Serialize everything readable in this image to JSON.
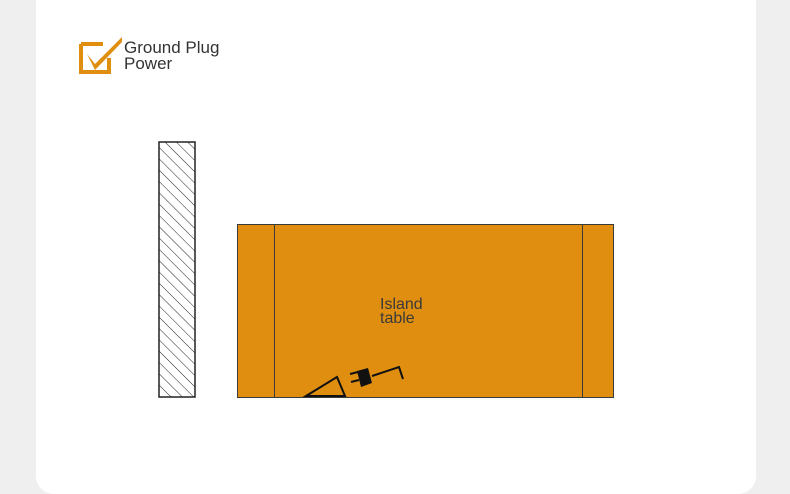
{
  "legend": {
    "icon": "checkbox-check-icon",
    "line1": "Ground Plug",
    "line2": "Power"
  },
  "island": {
    "line1": "Island",
    "line2": "table"
  },
  "icons": {
    "wall": "hatched-wall",
    "triangle": "triangle-marker-icon",
    "plug": "power-plug-icon"
  },
  "colors": {
    "accent": "#df8e10",
    "outline": "#2b2b2b",
    "card": "#ffffff",
    "background": "#efefef"
  }
}
